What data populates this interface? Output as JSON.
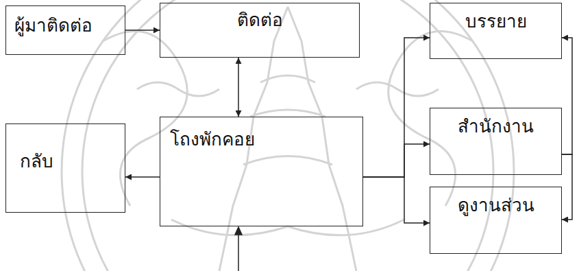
{
  "diagram": {
    "nodes": [
      {
        "text": [
          "ผู้มาติดต่อ"
        ]
      },
      {
        "text": [
          "ติดต่อ"
        ]
      },
      {
        "text": [
          "บรรยาย"
        ]
      },
      {
        "text": [
          "กลับ"
        ]
      },
      {
        "text": [
          "โถงพักคอย"
        ]
      },
      {
        "text": [
          "สำนักงาน"
        ]
      },
      {
        "text": [
          "ดูงานส่วน"
        ]
      }
    ],
    "edges": [
      {
        "from": 0,
        "to": 1,
        "arrow": "to"
      },
      {
        "from": 1,
        "to": 4,
        "arrow": "both"
      },
      {
        "from": 4,
        "to": 3,
        "arrow": "to"
      },
      {
        "from": 4,
        "to": 2,
        "arrow": "to"
      },
      {
        "from": 4,
        "to": 5,
        "arrow": "to"
      },
      {
        "from": 4,
        "to": 6,
        "arrow": "to"
      },
      {
        "from": 5,
        "to": 2,
        "arrow": "to"
      },
      {
        "from": 5,
        "to": 6,
        "arrow": "to"
      }
    ]
  }
}
